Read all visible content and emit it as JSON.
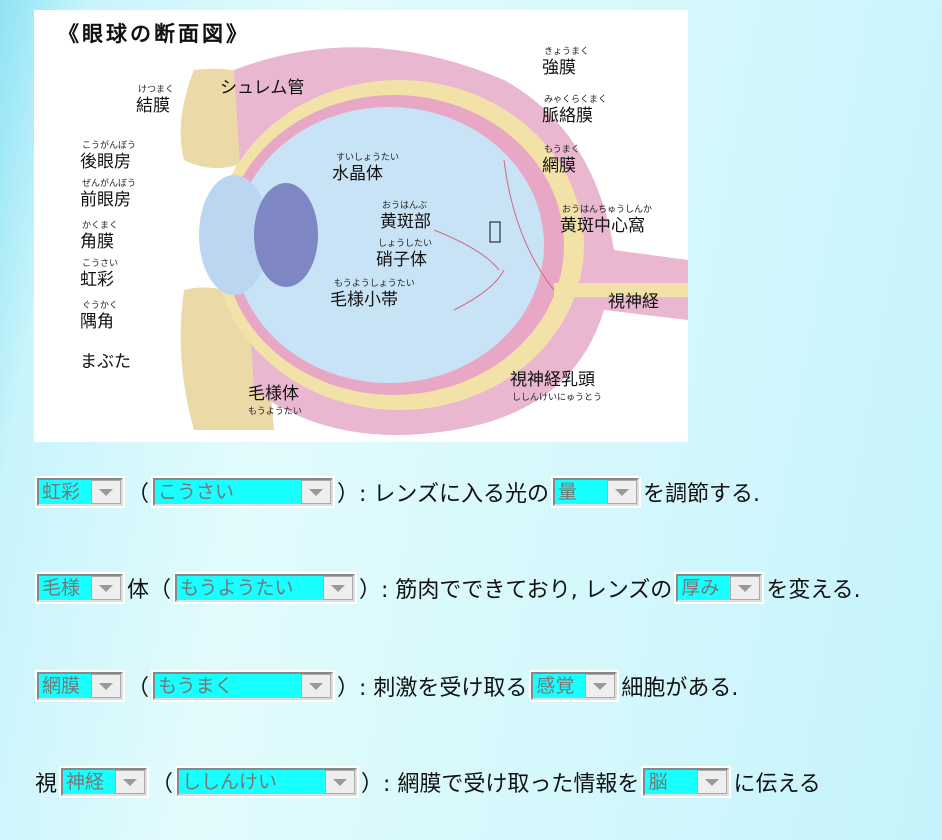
{
  "diagram": {
    "title": "《眼球の断面図》",
    "labels": [
      {
        "id": "schlemm",
        "text": "シュレム管",
        "ruby": ""
      },
      {
        "id": "conjunctiva",
        "text": "結膜",
        "ruby": "けつまく"
      },
      {
        "id": "posterior-chamber",
        "text": "後眼房",
        "ruby": "こうがんぼう"
      },
      {
        "id": "anterior-chamber",
        "text": "前眼房",
        "ruby": "ぜんがんぼう"
      },
      {
        "id": "cornea",
        "text": "角膜",
        "ruby": "かくまく"
      },
      {
        "id": "iris",
        "text": "虹彩",
        "ruby": "こうさい"
      },
      {
        "id": "angle",
        "text": "隅角",
        "ruby": "ぐうかく"
      },
      {
        "id": "eyelid",
        "text": "まぶた",
        "ruby": ""
      },
      {
        "id": "ciliary-body",
        "text": "毛様体",
        "ruby": "もうようたい"
      },
      {
        "id": "lens",
        "text": "水晶体",
        "ruby": "すいしょうたい"
      },
      {
        "id": "vitreous",
        "text": "硝子体",
        "ruby": "しょうしたい"
      },
      {
        "id": "zonule",
        "text": "毛様小帯",
        "ruby": "もうようしょうたい"
      },
      {
        "id": "macula",
        "text": "黄斑部",
        "ruby": "おうはんぶ"
      },
      {
        "id": "sclera",
        "text": "強膜",
        "ruby": "きょうまく"
      },
      {
        "id": "choroid",
        "text": "脈絡膜",
        "ruby": "みゃくらくまく"
      },
      {
        "id": "retina",
        "text": "網膜",
        "ruby": "もうまく"
      },
      {
        "id": "fovea",
        "text": "黄斑中心窩",
        "ruby": "おうはんちゅうしんか"
      },
      {
        "id": "optic-nerve",
        "text": "視神経",
        "ruby": ""
      },
      {
        "id": "optic-disc",
        "text": "視神経乳頭",
        "ruby": "ししんけいにゅうとう"
      }
    ]
  },
  "quiz": [
    {
      "parts": [
        {
          "type": "select",
          "value": "虹彩"
        },
        {
          "type": "text",
          "value": "（"
        },
        {
          "type": "select",
          "value": "こうさい",
          "wide": true
        },
        {
          "type": "text",
          "value": "）: レンズに入る光の"
        },
        {
          "type": "select",
          "value": "量"
        },
        {
          "type": "text",
          "value": "を調節する."
        }
      ]
    },
    {
      "parts": [
        {
          "type": "select",
          "value": "毛様"
        },
        {
          "type": "text",
          "value": "体（"
        },
        {
          "type": "select",
          "value": "もうようたい",
          "wide": true
        },
        {
          "type": "text",
          "value": "）: 筋肉でできており, レンズの"
        },
        {
          "type": "select",
          "value": "厚み"
        },
        {
          "type": "text",
          "value": "を変える."
        }
      ]
    },
    {
      "parts": [
        {
          "type": "select",
          "value": "網膜"
        },
        {
          "type": "text",
          "value": "（"
        },
        {
          "type": "select",
          "value": "もうまく",
          "wide": true
        },
        {
          "type": "text",
          "value": "）: 刺激を受け取る"
        },
        {
          "type": "select",
          "value": "感覚"
        },
        {
          "type": "text",
          "value": "細胞がある."
        }
      ]
    },
    {
      "parts": [
        {
          "type": "text",
          "value": "視"
        },
        {
          "type": "select",
          "value": "神経"
        },
        {
          "type": "text",
          "value": "（"
        },
        {
          "type": "select",
          "value": "ししんけい",
          "wide": true
        },
        {
          "type": "text",
          "value": "）: 網膜で受け取った情報を"
        },
        {
          "type": "select",
          "value": "脳"
        },
        {
          "type": "text",
          "value": "に伝える"
        }
      ]
    }
  ]
}
